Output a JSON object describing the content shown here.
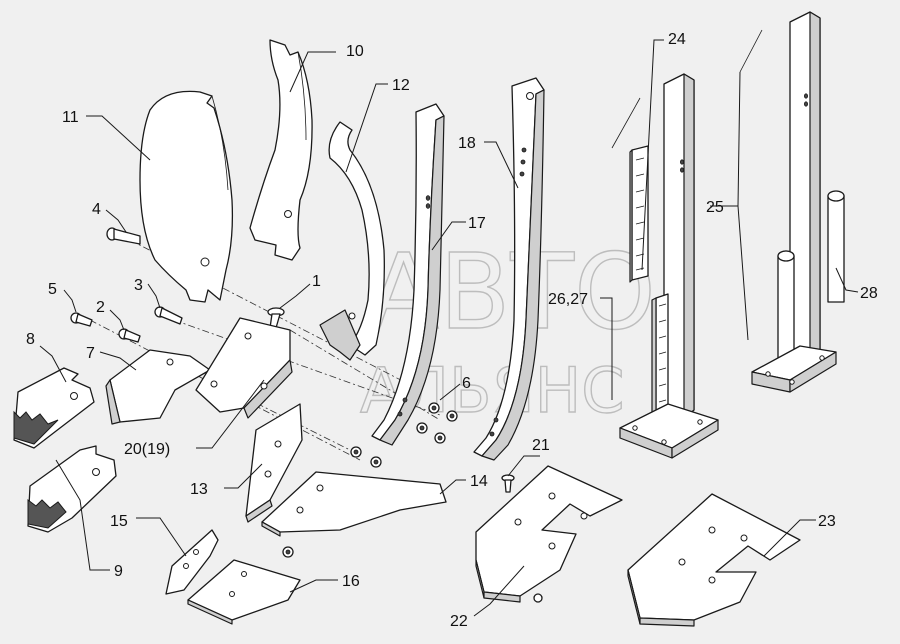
{
  "watermark": {
    "line1": "АВТО",
    "line2": "АЛЬЯНС"
  },
  "labels": [
    {
      "id": "1",
      "text": "1"
    },
    {
      "id": "2",
      "text": "2"
    },
    {
      "id": "3",
      "text": "3"
    },
    {
      "id": "4",
      "text": "4"
    },
    {
      "id": "5",
      "text": "5"
    },
    {
      "id": "6",
      "text": "6"
    },
    {
      "id": "7",
      "text": "7"
    },
    {
      "id": "8",
      "text": "8"
    },
    {
      "id": "9",
      "text": "9"
    },
    {
      "id": "10",
      "text": "10"
    },
    {
      "id": "11",
      "text": "11"
    },
    {
      "id": "12",
      "text": "12"
    },
    {
      "id": "13",
      "text": "13"
    },
    {
      "id": "14",
      "text": "14"
    },
    {
      "id": "15",
      "text": "15"
    },
    {
      "id": "16",
      "text": "16"
    },
    {
      "id": "17",
      "text": "17"
    },
    {
      "id": "18",
      "text": "18"
    },
    {
      "id": "20",
      "text": "20(19)"
    },
    {
      "id": "21",
      "text": "21"
    },
    {
      "id": "22",
      "text": "22"
    },
    {
      "id": "23",
      "text": "23"
    },
    {
      "id": "24",
      "text": "24"
    },
    {
      "id": "25",
      "text": "25"
    },
    {
      "id": "26",
      "text": "26,27"
    },
    {
      "id": "28",
      "text": "28"
    }
  ]
}
